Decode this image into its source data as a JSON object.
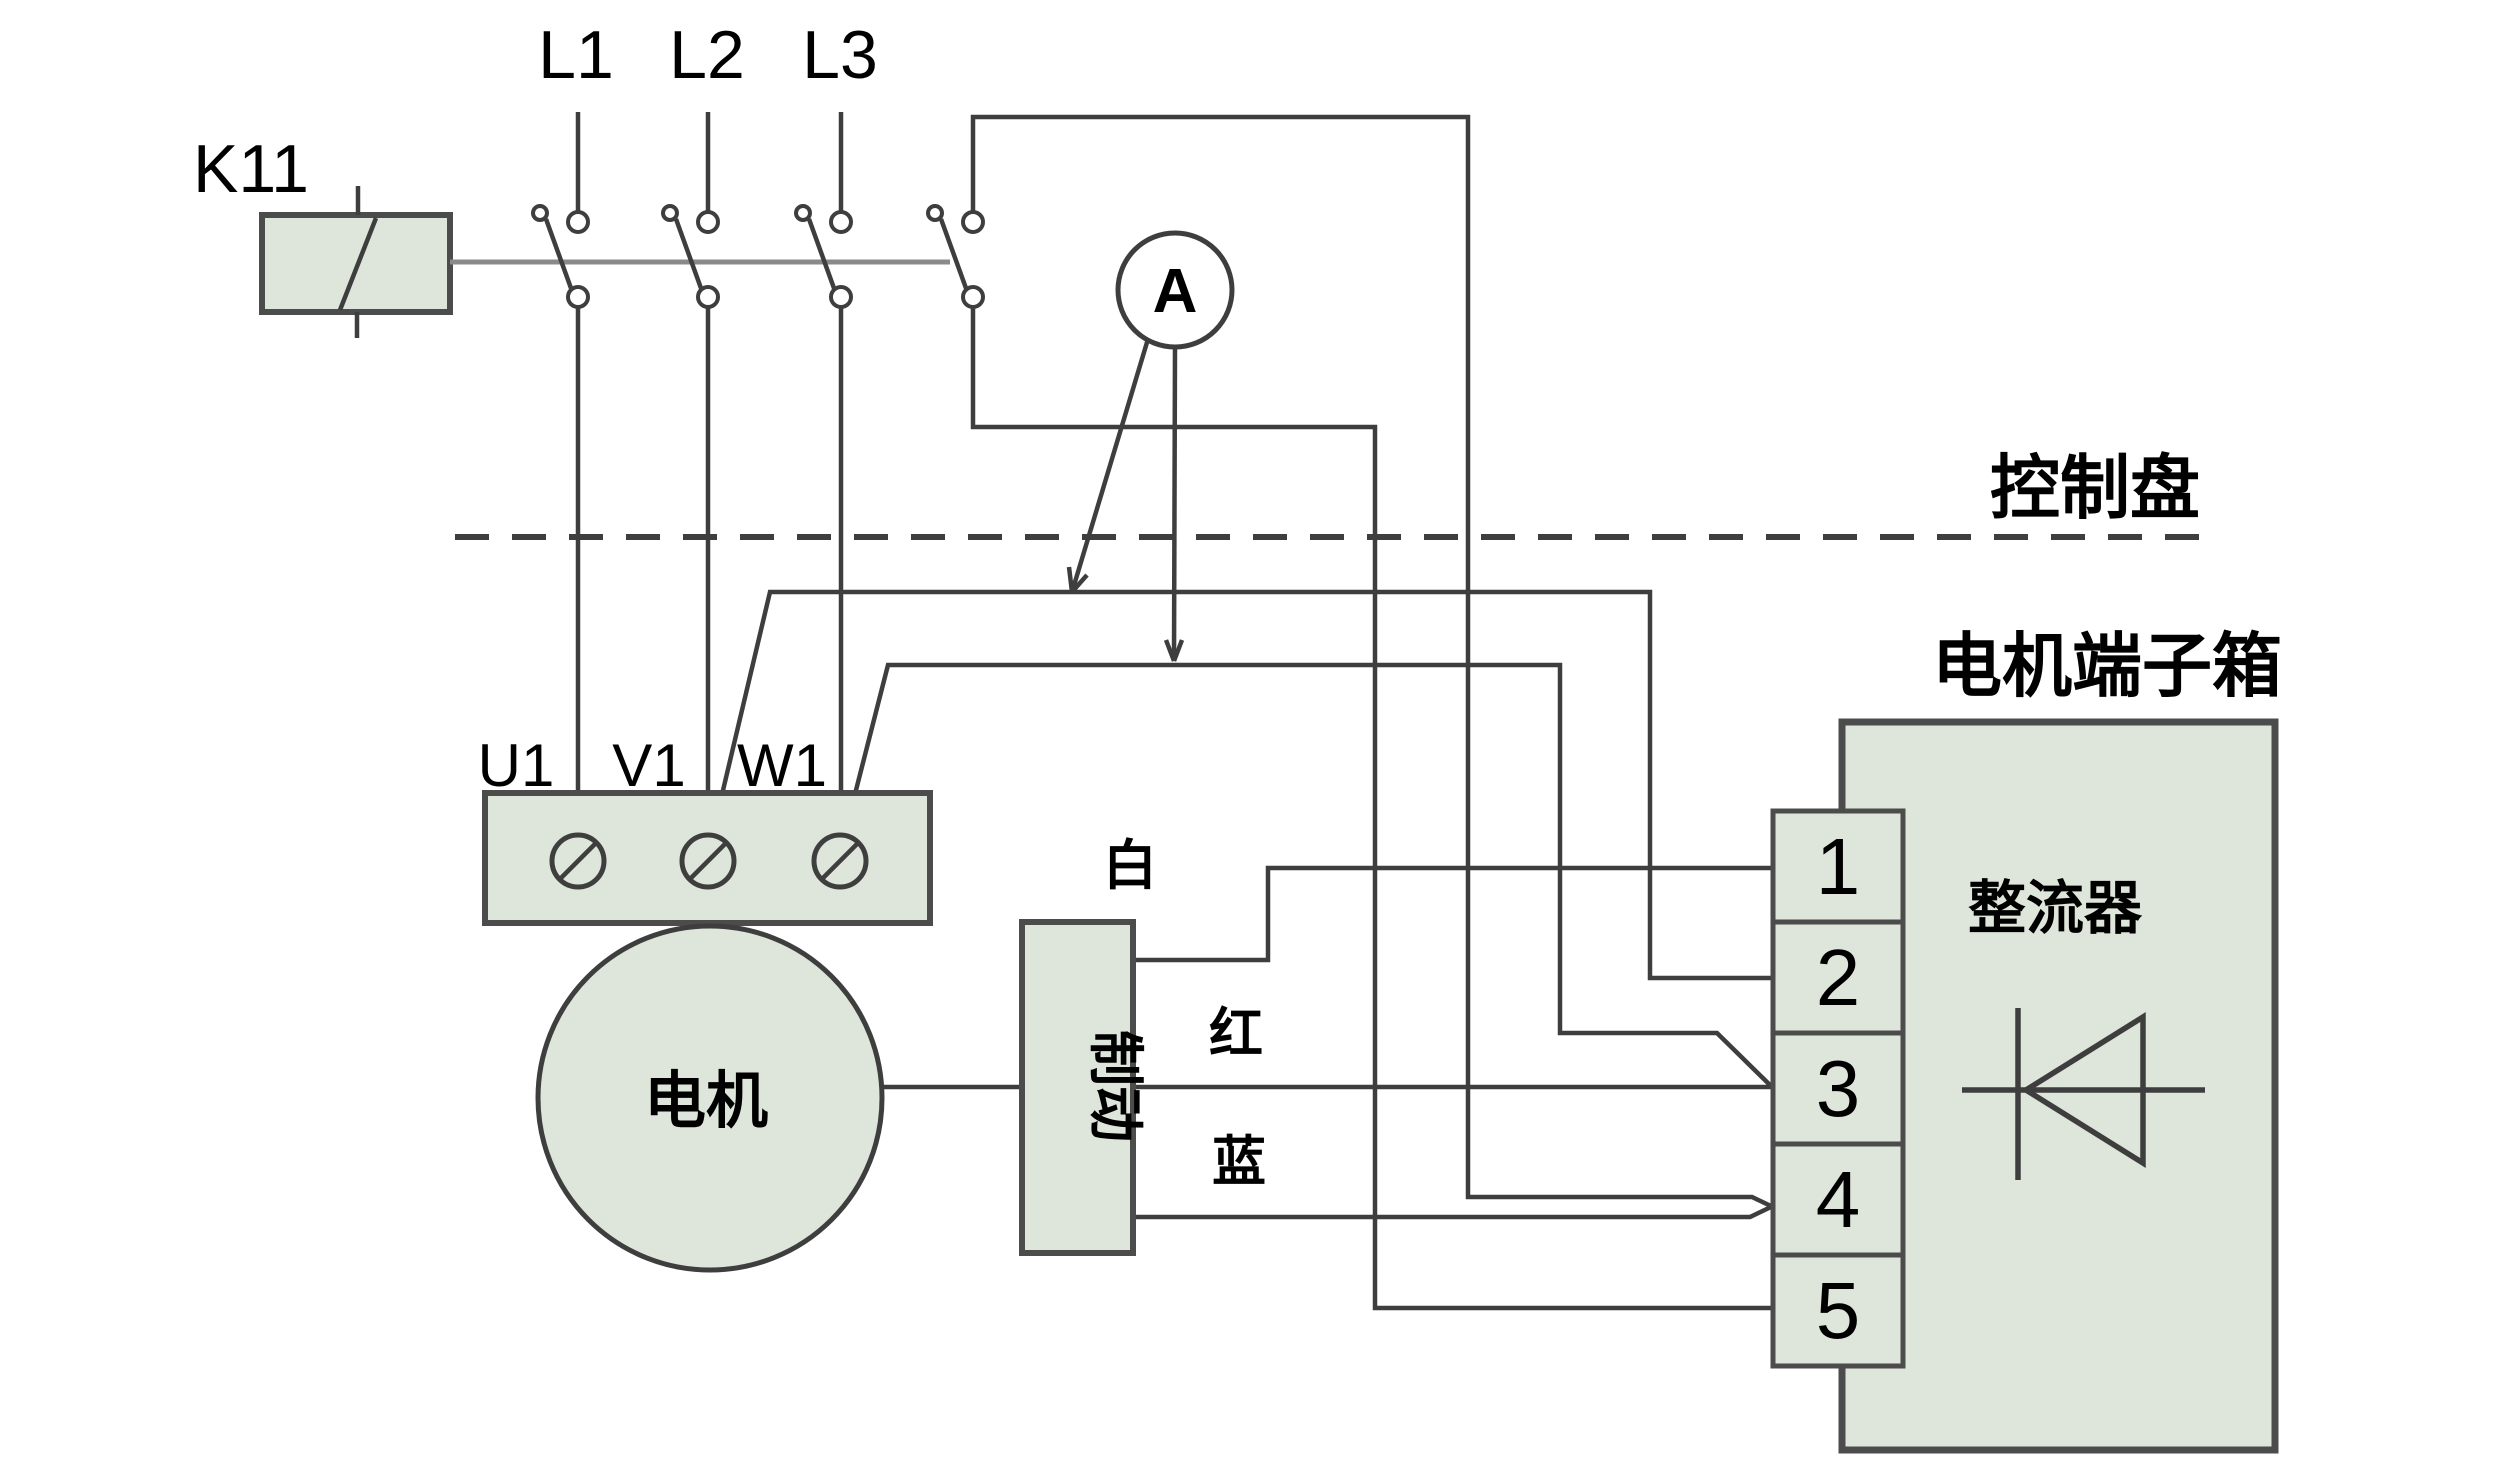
{
  "diagram": {
    "type": "motor-brake-rectifier-wiring-diagram",
    "labels": {
      "contactor": "K11",
      "phase_1": "L1",
      "phase_2": "L2",
      "phase_3": "L3",
      "ammeter": "A",
      "region_top": "控制盘",
      "region_bottom": "电机端子箱",
      "motor_terminal_u": "U1",
      "motor_terminal_v": "V1",
      "motor_terminal_w": "W1",
      "motor": "电机",
      "brake": "制动",
      "wire_white": "白",
      "wire_red": "红",
      "wire_blue": "蓝",
      "rectifier": "整流器"
    },
    "terminal_strip": [
      "1",
      "2",
      "3",
      "4",
      "5"
    ],
    "theme": {
      "component_fill": "#dee5da",
      "line_color": "#3e3e3e",
      "border_color": "#4c4c4c",
      "mechanical_link_color": "#8a8a8a",
      "text_color": "#000000",
      "background": "#ffffff"
    }
  }
}
